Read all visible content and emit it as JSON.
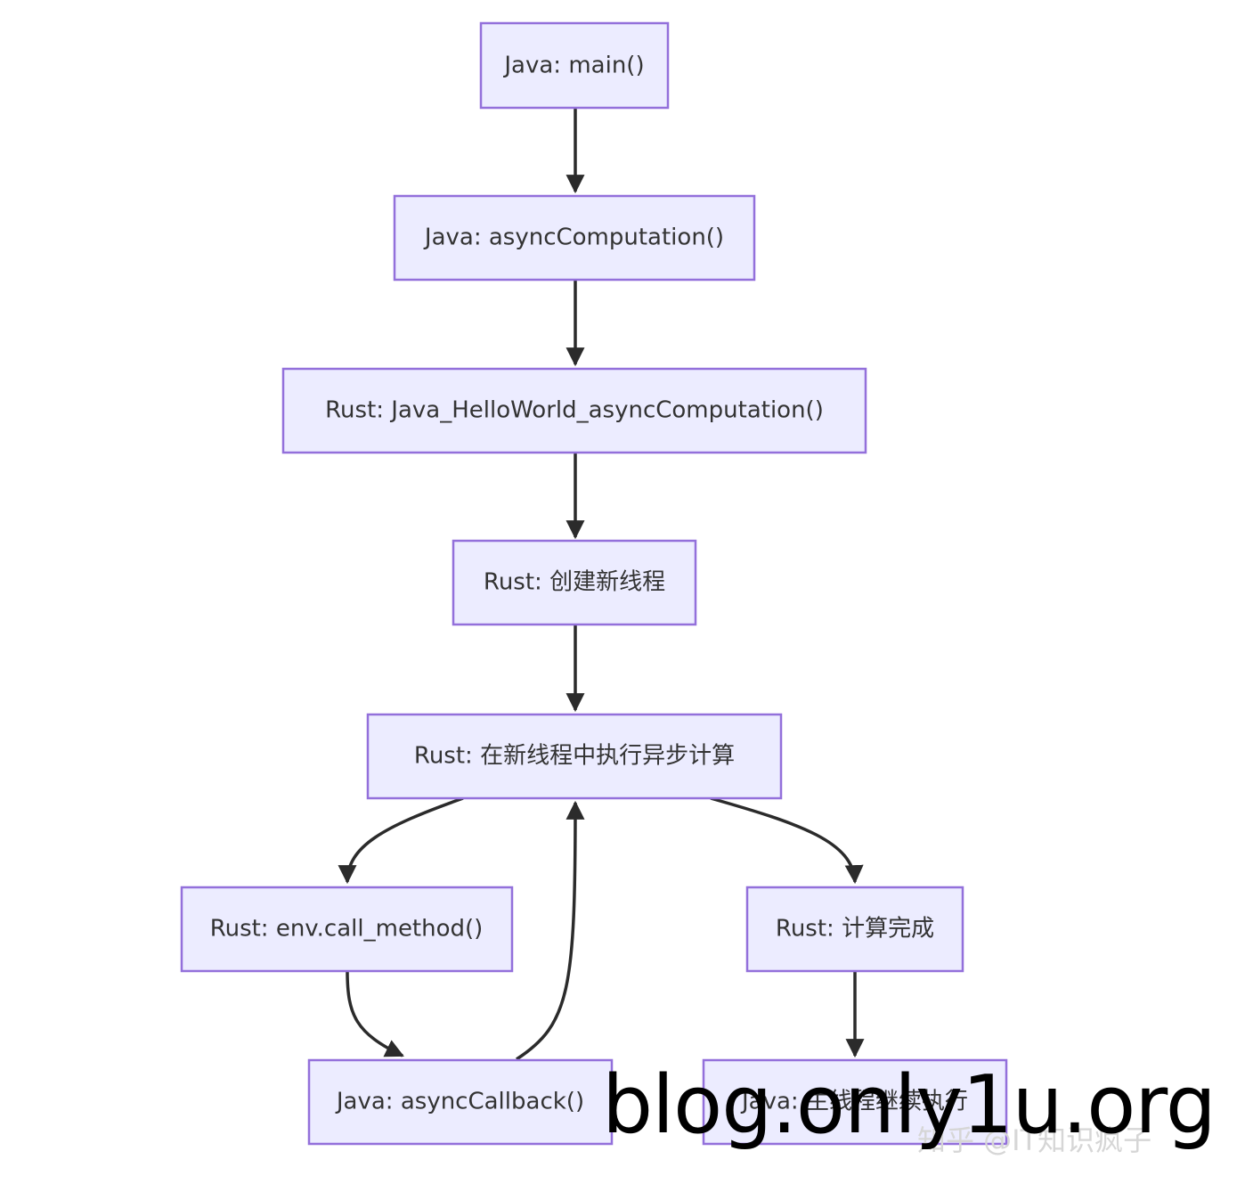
{
  "nodes": {
    "n1": {
      "label": "Java: main()"
    },
    "n2": {
      "label": "Java: asyncComputation()"
    },
    "n3": {
      "label": "Rust: Java_HelloWorld_asyncComputation()"
    },
    "n4": {
      "label": "Rust: 创建新线程"
    },
    "n5": {
      "label": "Rust: 在新线程中执行异步计算"
    },
    "n6": {
      "label": "Rust: env.call_method()"
    },
    "n7": {
      "label": "Rust: 计算完成"
    },
    "n8": {
      "label": "Java: asyncCallback()"
    },
    "n9": {
      "label": "Java: 主线程继续执行"
    }
  },
  "edges": [
    {
      "from": "n1",
      "to": "n2"
    },
    {
      "from": "n2",
      "to": "n3"
    },
    {
      "from": "n3",
      "to": "n4"
    },
    {
      "from": "n4",
      "to": "n5"
    },
    {
      "from": "n5",
      "to": "n6"
    },
    {
      "from": "n5",
      "to": "n7"
    },
    {
      "from": "n6",
      "to": "n8"
    },
    {
      "from": "n8",
      "to": "n5"
    },
    {
      "from": "n7",
      "to": "n9"
    }
  ],
  "colors": {
    "node_fill": "#ececff",
    "node_stroke": "#9370db",
    "edge": "#2b2b2b",
    "text": "#333333"
  },
  "watermarks": {
    "zhihu": "知乎 @IT知识疯子",
    "blog": "blog.only1u.org"
  }
}
